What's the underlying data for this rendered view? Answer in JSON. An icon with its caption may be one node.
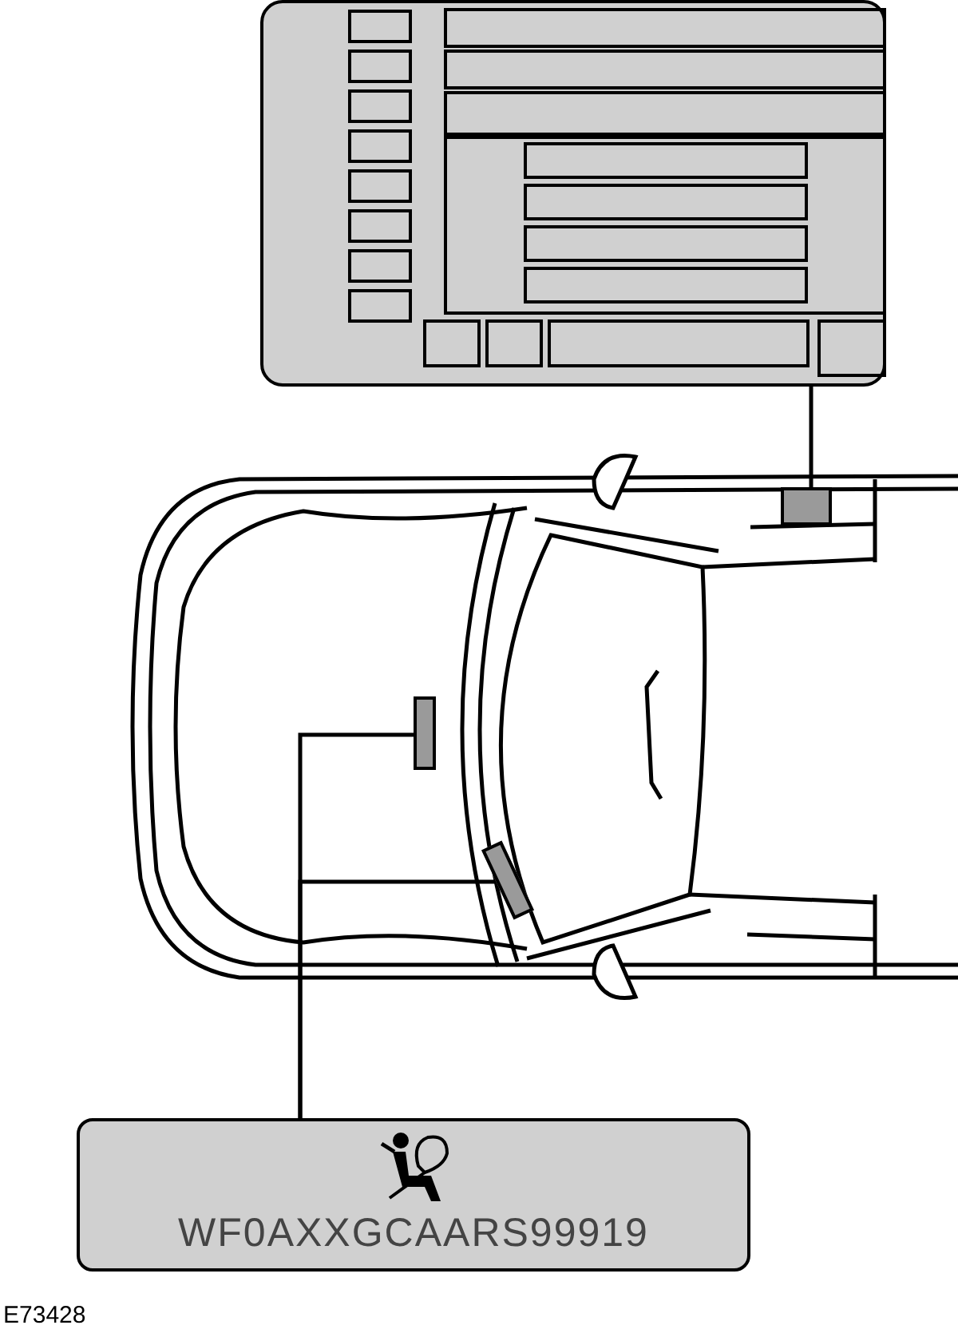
{
  "diagram": {
    "nodes": [
      {
        "text": [],
        "shape": "box"
      },
      {
        "text": [],
        "shape": "box"
      },
      {
        "text": [
          "WF0AXXGCAARS99919"
        ]
      },
      {
        "text": [],
        "shape": "box"
      },
      {
        "text": [],
        "shape": "box"
      }
    ],
    "edges": [
      {
        "from": 0,
        "to": 1,
        "arrow": "none"
      },
      {
        "from": 2,
        "to": 3,
        "arrow": "none"
      },
      {
        "from": 2,
        "to": 4,
        "arrow": "none"
      }
    ],
    "labels": [
      "E73428"
    ]
  }
}
